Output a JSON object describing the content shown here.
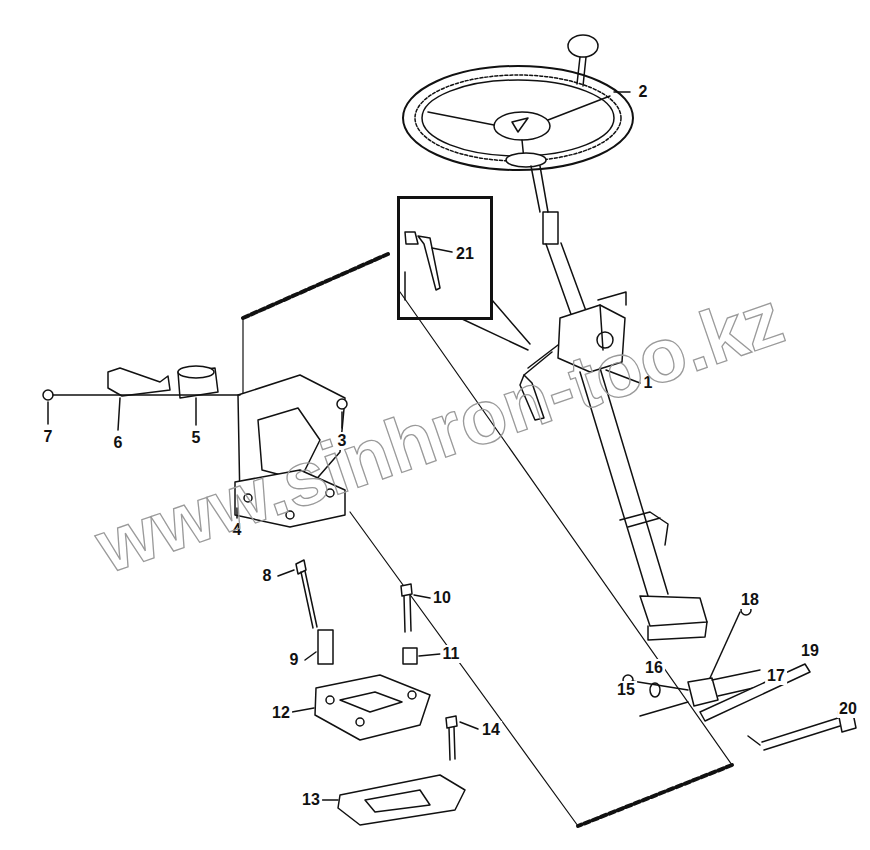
{
  "diagram": {
    "nodes": [
      {
        "text": [
          "21"
        ]
      }
    ],
    "labels": [
      "2",
      "1",
      "7",
      "6",
      "5",
      "3",
      "4",
      "8",
      "10",
      "9",
      "11",
      "12",
      "14",
      "13",
      "18",
      "16",
      "15",
      "17",
      "19",
      "20",
      "www.sinhron-too.kz"
    ]
  }
}
